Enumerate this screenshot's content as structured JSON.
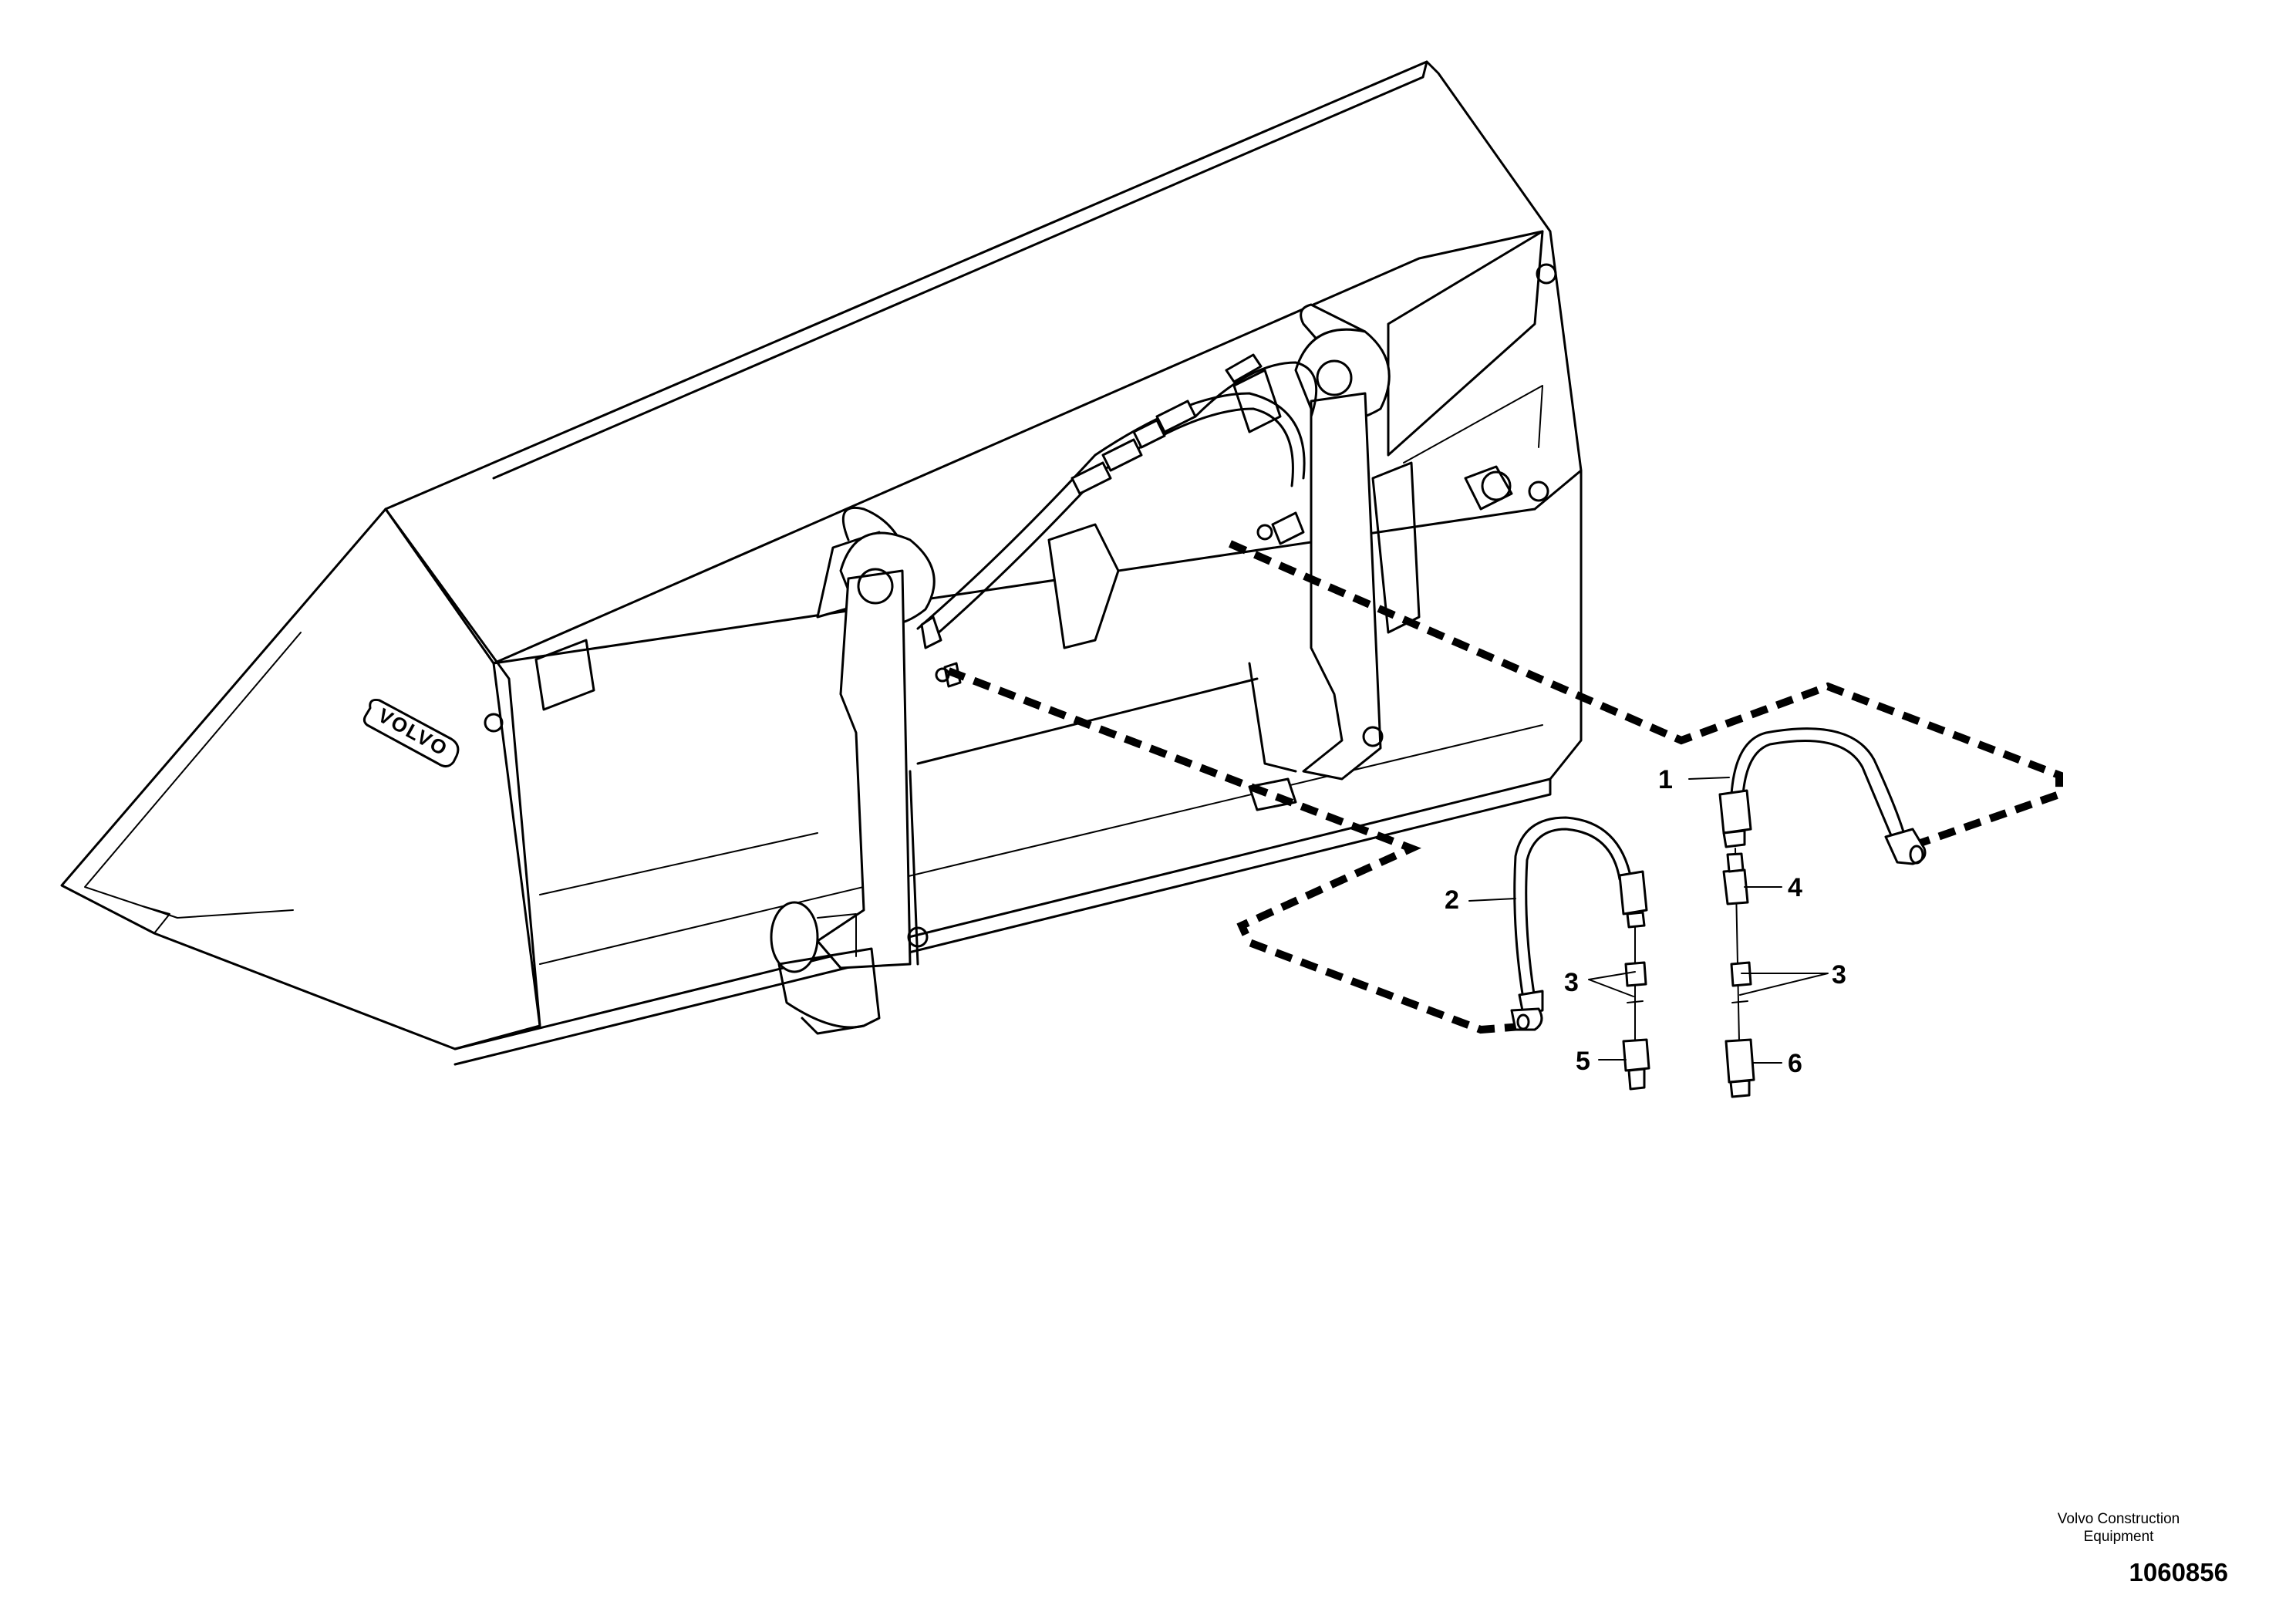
{
  "logo": {
    "text": "VOLVO"
  },
  "callouts": [
    {
      "id": "1",
      "label": "1"
    },
    {
      "id": "2",
      "label": "2"
    },
    {
      "id": "3a",
      "label": "3"
    },
    {
      "id": "3b",
      "label": "3"
    },
    {
      "id": "4",
      "label": "4"
    },
    {
      "id": "5",
      "label": "5"
    },
    {
      "id": "6",
      "label": "6"
    }
  ],
  "credit": {
    "line1": "Volvo Construction",
    "line2": "Equipment"
  },
  "document_number": "1060856"
}
